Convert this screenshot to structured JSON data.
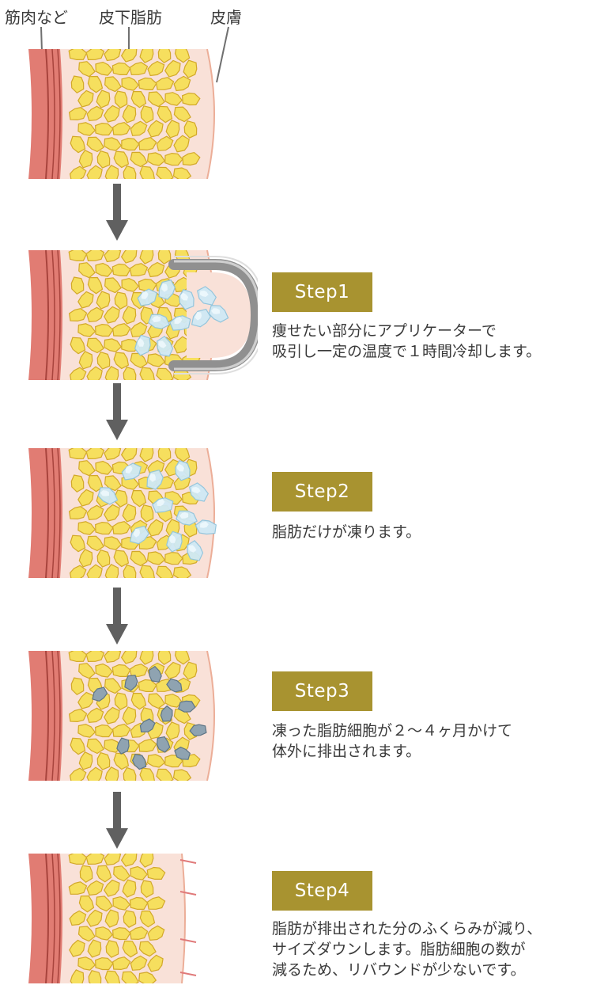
{
  "labels": {
    "muscle": "筋肉など",
    "fat": "皮下脂肪",
    "skin": "皮膚"
  },
  "steps": [
    {
      "badge": "Step1",
      "lines": [
        "痩せたい部分にアプリケーターで",
        "吸引し一定の温度で１時間冷却します。"
      ]
    },
    {
      "badge": "Step2",
      "lines": [
        "脂肪だけが凍ります。"
      ]
    },
    {
      "badge": "Step3",
      "lines": [
        "凍った脂肪細胞が２〜４ヶ月かけて",
        "体外に排出されます。"
      ]
    },
    {
      "badge": "Step4",
      "lines": [
        "脂肪が排出された分のふくらみが減り、",
        "サイズダウンします。脂肪細胞の数が",
        "減るため、リバウンドが少ないです。"
      ]
    }
  ],
  "colors": {
    "muscle": "#e17c73",
    "skin": "#f9e1d8",
    "fat": "#f6df5e",
    "ice": "#cfe9f5",
    "dead_cell": "#8fa3b1",
    "badge": "#a89330",
    "arrow": "#606060"
  }
}
